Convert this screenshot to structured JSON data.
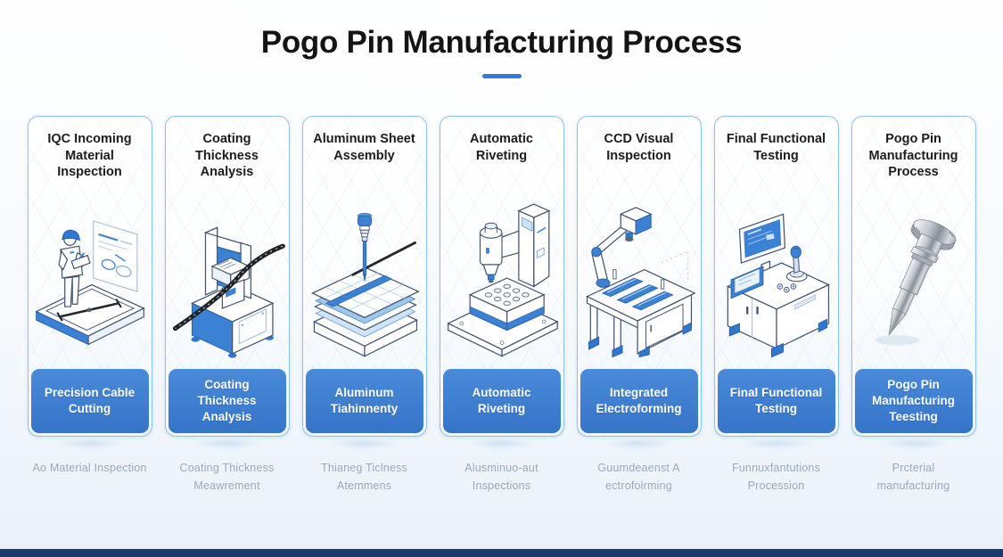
{
  "page": {
    "title": "Pogo Pin Manufacturing Process"
  },
  "colors": {
    "accent_underline": "#2e7ed8",
    "step_label_background": "#3b7fd0",
    "card_border": "#8fc0ea",
    "caption_text": "#97a9be",
    "bottom_bar": "#1c3a6a"
  },
  "cards": [
    {
      "title": "IQC Incoming Material Inspection",
      "label": "Precision Cable Cutting",
      "caption": "Ao Material Inspection",
      "illustration": "worker inspecting cable on isometric table with chart board"
    },
    {
      "title": "Coating Thickness Analysis",
      "label": "Coating Thickness Analysis",
      "caption": "Coating Thickness Meawrement",
      "illustration": "cable processing machine with black cable threaded through"
    },
    {
      "title": "Aluminum Sheet Assembly",
      "label": "Aluminum Tiahinnenty",
      "caption": "Thianeg Ticlness Atemmens",
      "illustration": "stacked aluminum sheets with screwdriver tool and rod"
    },
    {
      "title": "Automatic Riveting",
      "label": "Automatic Riveting",
      "caption": "Alusminuo-aut Inspections",
      "illustration": "riveting press over tray of rivets on base plate"
    },
    {
      "title": "CCD Visual Inspection",
      "label": "Integrated Electroforming",
      "caption": "Guumdeaenst A ectrofolrming",
      "illustration": "robot arm CCD camera over conveyor table"
    },
    {
      "title": "Final Functional Testing",
      "label": "Final Functional Testing",
      "caption": "Funnuxfantutions Procession",
      "illustration": "test workstation with monitor, control panel and joystick"
    },
    {
      "title": "Pogo Pin Manufacturing Process",
      "label": "Pogo Pin Manufacturing Teesting",
      "caption": "Prcterial manufacturing",
      "illustration": "metallic pogo pin with flange head and pointed tip"
    }
  ]
}
